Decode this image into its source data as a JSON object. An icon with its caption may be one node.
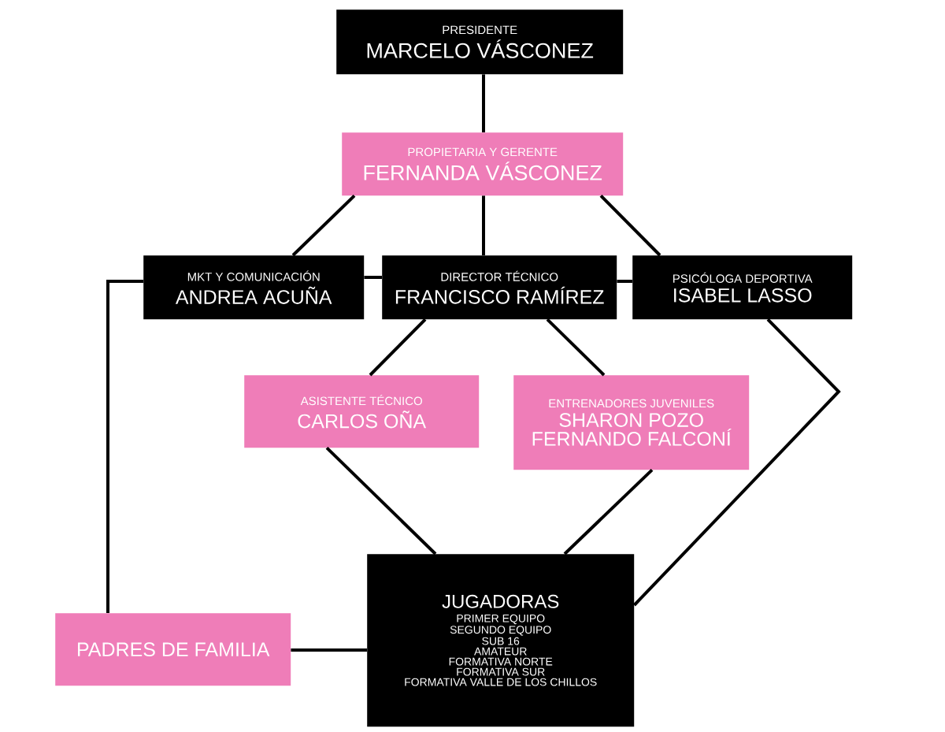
{
  "diagram": {
    "nodes": [
      {
        "text": [
          "PRESIDENTE",
          "MARCELO VÁSCONEZ"
        ]
      },
      {
        "text": [
          "PROPIETARIA Y GERENTE",
          "FERNANDA VÁSCONEZ"
        ]
      },
      {
        "text": [
          "MKT Y COMUNICACIÓN",
          "ANDREA ACUÑA"
        ]
      },
      {
        "text": [
          "DIRECTOR TÉCNICO",
          "FRANCISCO RAMÍREZ"
        ]
      },
      {
        "text": [
          "PSICÓLOGA DEPORTIVA",
          "ISABEL LASSO"
        ]
      },
      {
        "text": [
          "ASISTENTE TÉCNICO",
          "CARLOS OÑA"
        ]
      },
      {
        "text": [
          "ENTRENADORES JUVENILES",
          "SHARON POZO",
          "FERNANDO FALCONÍ"
        ]
      },
      {
        "text": [
          "JUGADORAS",
          "PRIMER EQUIPO",
          "SEGUNDO EQUIPO",
          "SUB 16",
          "AMATEUR",
          "FORMATIVA NORTE",
          "FORMATIVA SUR",
          "FORMATIVA VALLE DE LOS CHILLOS"
        ]
      },
      {
        "text": [
          "PADRES DE FAMILIA"
        ]
      }
    ],
    "edges": [
      {
        "from": 0,
        "to": 1,
        "arrow": "none"
      },
      {
        "from": 1,
        "to": 2,
        "arrow": "none"
      },
      {
        "from": 1,
        "to": 3,
        "arrow": "none"
      },
      {
        "from": 1,
        "to": 4,
        "arrow": "none"
      },
      {
        "from": 2,
        "to": 3,
        "arrow": "none"
      },
      {
        "from": 3,
        "to": 4,
        "arrow": "none"
      },
      {
        "from": 3,
        "to": 5,
        "arrow": "none"
      },
      {
        "from": 3,
        "to": 6,
        "arrow": "none"
      },
      {
        "from": 5,
        "to": 7,
        "arrow": "none"
      },
      {
        "from": 6,
        "to": 7,
        "arrow": "none"
      },
      {
        "from": 4,
        "to": 7,
        "arrow": "none"
      },
      {
        "from": 2,
        "to": 8,
        "arrow": "none"
      },
      {
        "from": 8,
        "to": 7,
        "arrow": "none"
      }
    ]
  }
}
